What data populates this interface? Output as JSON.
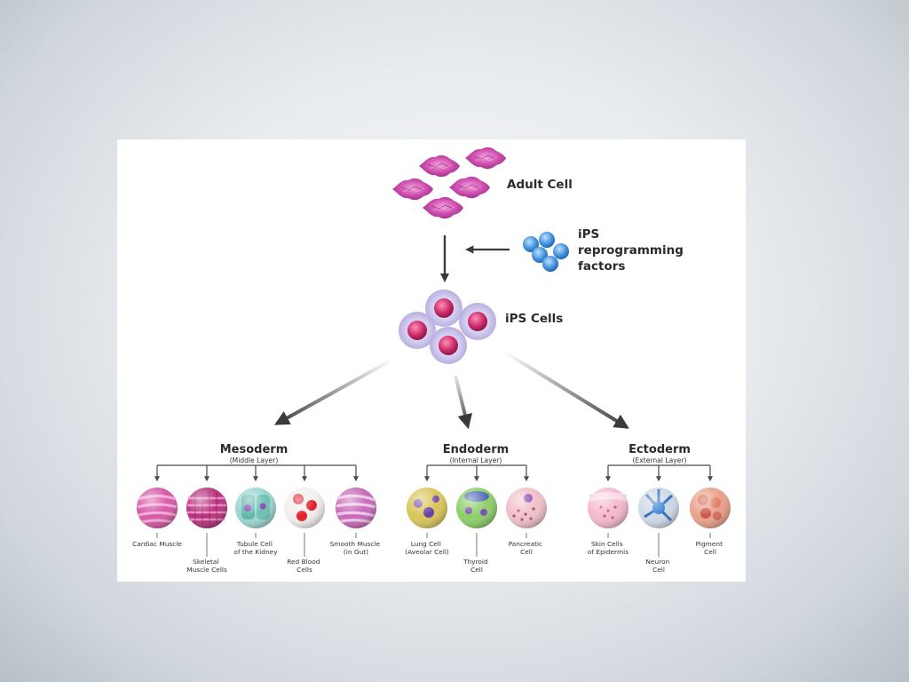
{
  "labels": {
    "adult_cell": "Adult Cell",
    "factors_line1": "iPS",
    "factors_line2": "reprogramming",
    "factors_line3": "factors",
    "ips_cells": "iPS Cells"
  },
  "layers": {
    "mesoderm": {
      "name": "Mesoderm",
      "sub": "(Middle Layer)",
      "cells": [
        {
          "line1": "Cardiac Muscle",
          "line2": ""
        },
        {
          "line1": "Skeletal",
          "line2": "Muscle Cells"
        },
        {
          "line1": "Tubule Cell",
          "line2": "of the Kidney"
        },
        {
          "line1": "Red Blood",
          "line2": "Cells"
        },
        {
          "line1": "Smooth Muscle",
          "line2": "(in Gut)"
        }
      ]
    },
    "endoderm": {
      "name": "Endoderm",
      "sub": "(Internal Layer)",
      "cells": [
        {
          "line1": "Lung Cell",
          "line2": "(Aveolar Cell)"
        },
        {
          "line1": "Thyroid",
          "line2": "Cell"
        },
        {
          "line1": "Pancreatic",
          "line2": "Cell"
        }
      ]
    },
    "ectoderm": {
      "name": "Ectoderm",
      "sub": "(External Layer)",
      "cells": [
        {
          "line1": "Skin Cells",
          "line2": "of Epidermis"
        },
        {
          "line1": "Neuron",
          "line2": "Cell"
        },
        {
          "line1": "Pigment",
          "line2": "Cell"
        }
      ]
    }
  },
  "colors": {
    "adult_cell": "#c0399a",
    "factor": "#3d8fd8",
    "ips_core": "#c92a6a",
    "arrow": "#3a3a3a"
  }
}
